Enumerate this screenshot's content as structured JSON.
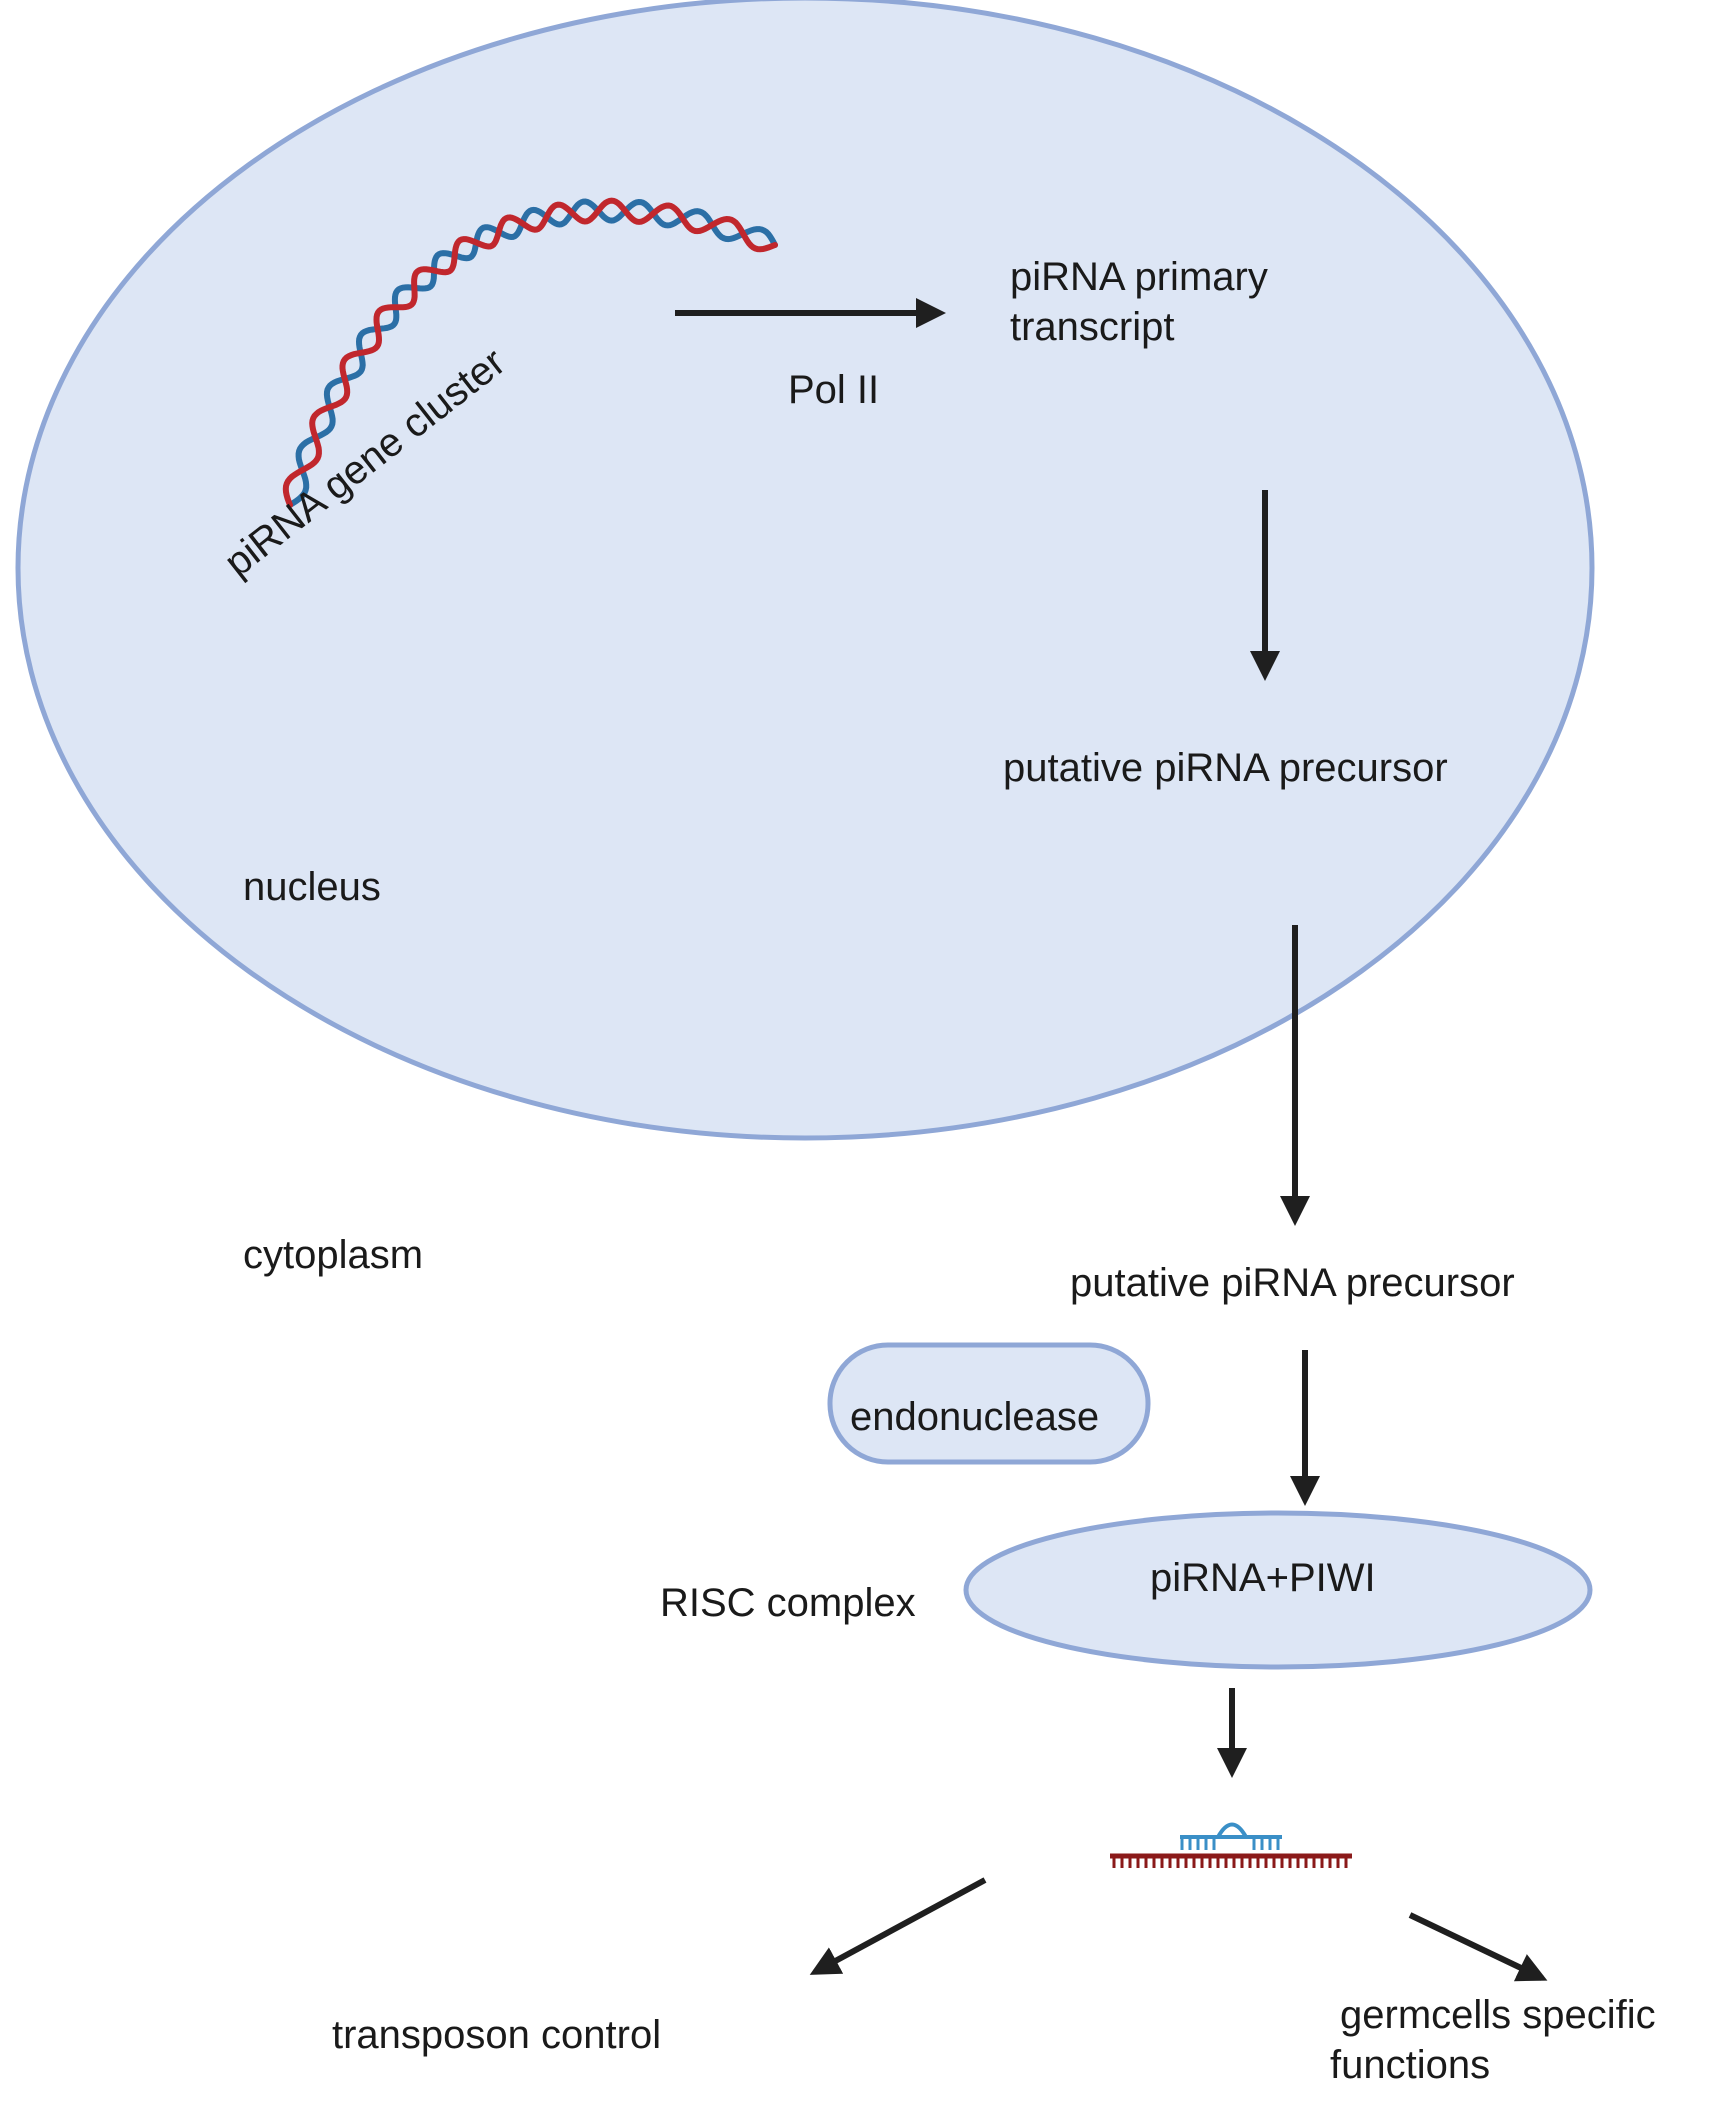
{
  "labels": {
    "gene_cluster": "piRNA gene cluster",
    "pol": "Pol II",
    "primary_transcript_line1": "piRNA primary",
    "primary_transcript_line2": "transcript",
    "precursor_nuclear": "putative piRNA precursor",
    "nucleus": "nucleus",
    "cytoplasm": "cytoplasm",
    "precursor_cytoplasmic": "putative piRNA precursor",
    "endonuclease": "endonuclease",
    "risc": "RISC complex",
    "pirna_piwi": "piRNA+PIWI",
    "transposon_control": "transposon control",
    "germcells_line1": "germcells specific",
    "germcells_line2": "functions"
  },
  "icons": {
    "dna_helix": "dna-double-helix-icon",
    "target_rna": "pirna-target-rna-icon"
  },
  "colors": {
    "nucleus_fill": "#dde6f5",
    "nucleus_stroke": "#8fa7d6",
    "strand_red": "#c1272d",
    "strand_blue": "#2b6fa6",
    "arrow": "#1f1f1f",
    "target_rna_red": "#8b1a1a",
    "target_rna_blue": "#3a8fc7"
  }
}
